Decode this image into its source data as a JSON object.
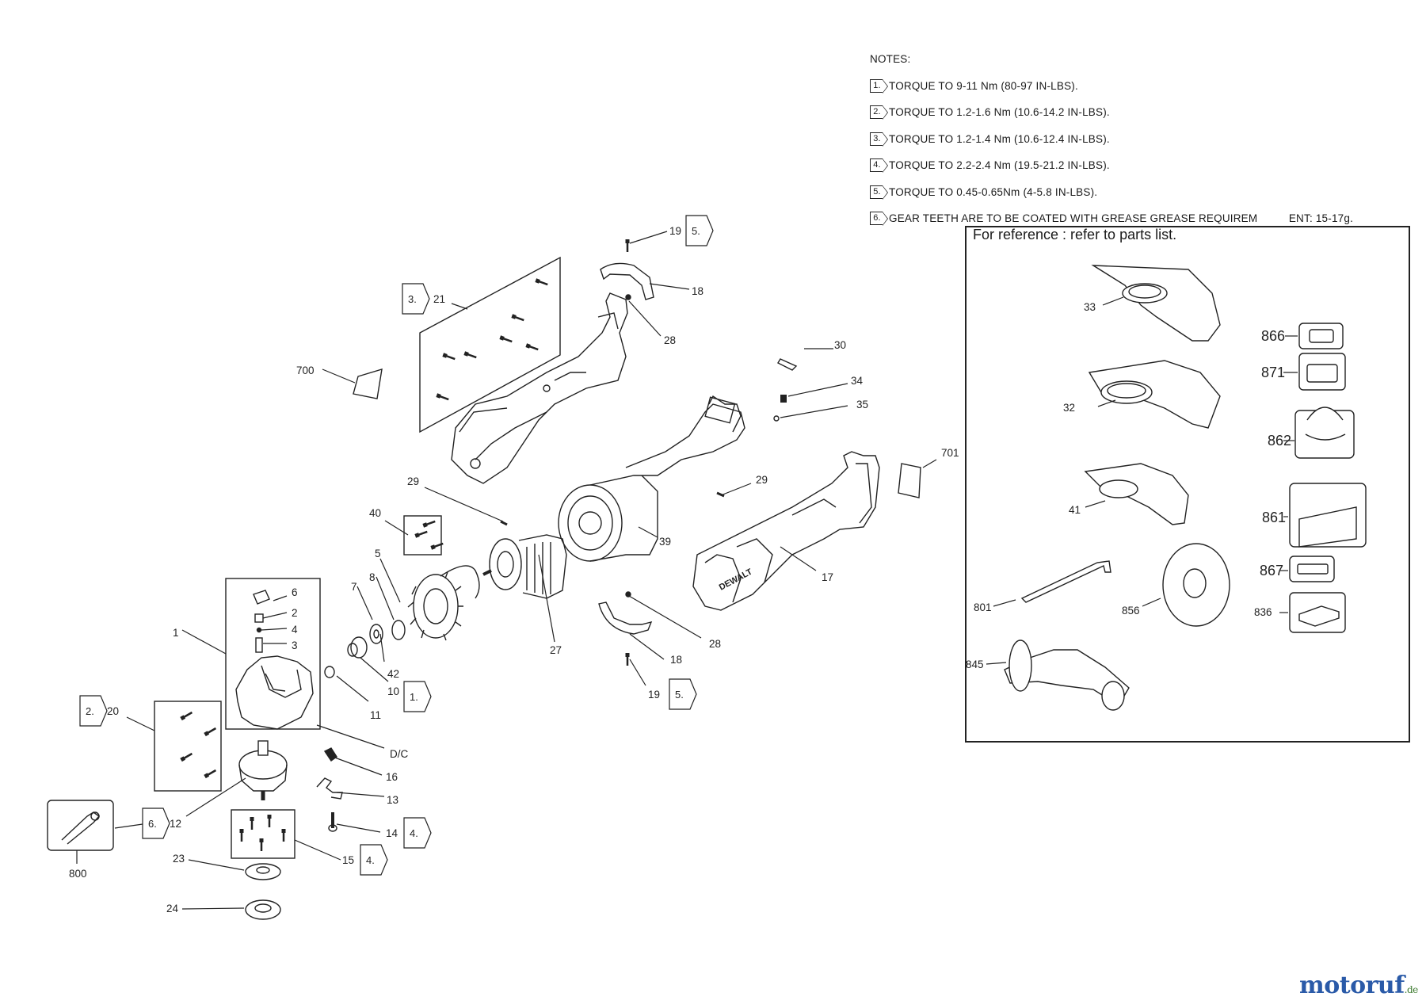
{
  "notes": {
    "heading": "NOTES:",
    "items": [
      {
        "flag": "1.",
        "text": "TORQUE TO 9-11 Nm (80-97 IN-LBS)."
      },
      {
        "flag": "2.",
        "text": "TORQUE TO 1.2-1.6 Nm (10.6-14.2 IN-LBS)."
      },
      {
        "flag": "3.",
        "text": "TORQUE TO 1.2-1.4 Nm (10.6-12.4 IN-LBS)."
      },
      {
        "flag": "4.",
        "text": "TORQUE TO 2.2-2.4 Nm (19.5-21.2 IN-LBS)."
      },
      {
        "flag": "5.",
        "text": "TORQUE TO 0.45-0.65Nm (4-5.8 IN-LBS)."
      },
      {
        "flag": "6.",
        "text": "GEAR TEETH ARE TO BE COATED WITH GREASE GREASE REQUIREM          ENT: 15-17g."
      }
    ]
  },
  "reference": {
    "title": "For reference : refer to parts list."
  },
  "parts": {
    "p1": "1",
    "p2": "2",
    "p3": "3",
    "p4": "4",
    "p5": "5",
    "p6": "6",
    "p7": "7",
    "p8": "8",
    "p10": "10",
    "p11": "11",
    "p12": "12",
    "p13": "13",
    "p14": "14",
    "p15": "15",
    "p16": "16",
    "p17": "17",
    "p18a": "18",
    "p18b": "18",
    "p19a": "19",
    "p19b": "19",
    "p20": "20",
    "p21": "21",
    "p23": "23",
    "p24": "24",
    "p27": "27",
    "p28a": "28",
    "p28b": "28",
    "p29a": "29",
    "p29b": "29",
    "p30": "30",
    "p34": "34",
    "p35": "35",
    "p39": "39",
    "p40": "40",
    "p42": "42",
    "pdc": "D/C",
    "p700": "700",
    "p701": "701",
    "p800": "800",
    "r33": "33",
    "r32": "32",
    "r41": "41",
    "r801": "801",
    "r856": "856",
    "r845": "845",
    "r866": "866",
    "r871": "871",
    "r862": "862",
    "r861": "861",
    "r867": "867",
    "r836": "836"
  },
  "flags": {
    "f19a": "5.",
    "f19b": "5.",
    "f21": "3.",
    "f10": "1.",
    "f20": "2.",
    "f12": "6.",
    "f14": "4.",
    "f15": "4."
  },
  "brand": {
    "logo_text": "motoruf",
    "logo_suffix": ".de",
    "tool_brand": "DEWALT"
  },
  "colors": {
    "line": "#222222",
    "logo_colors": [
      "#2a5aa8",
      "#d23a2a",
      "#e8a21a",
      "#3c8a2e"
    ]
  }
}
